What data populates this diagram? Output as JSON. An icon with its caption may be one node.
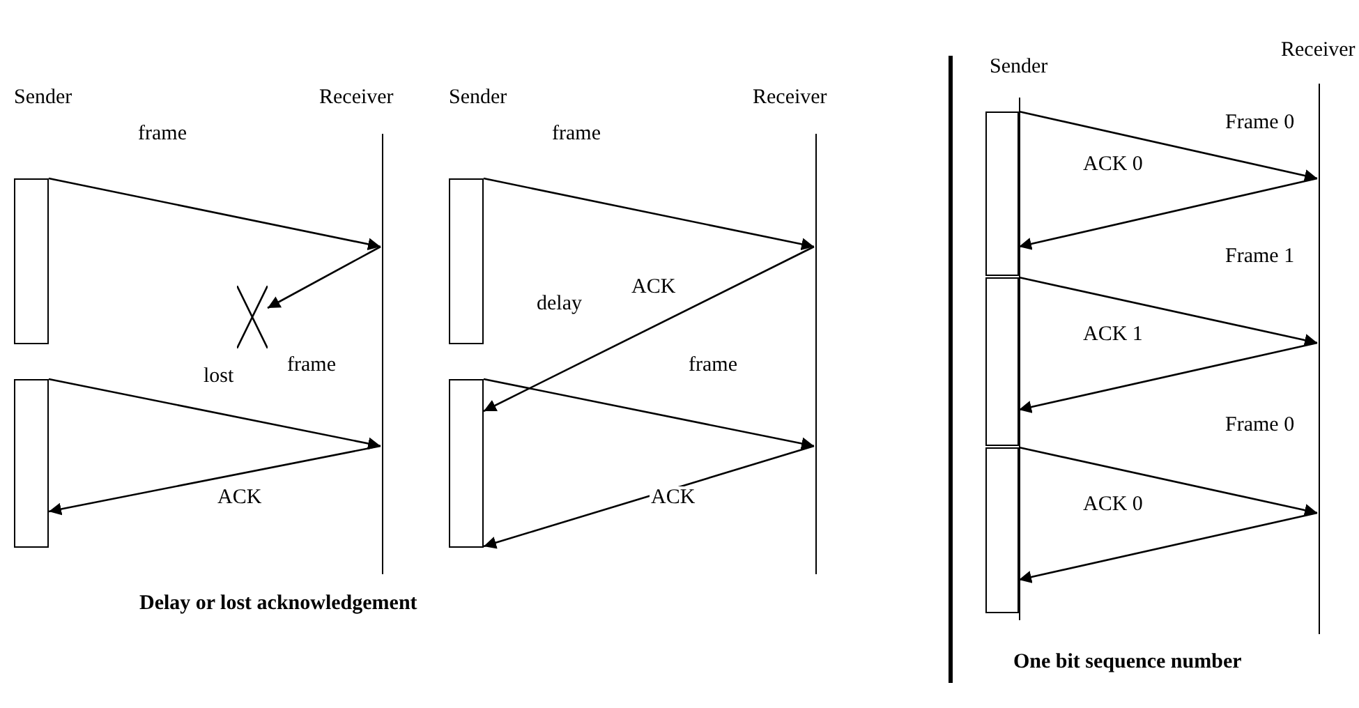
{
  "diagram": {
    "nodes": [
      {
        "text": [],
        "shape": "box"
      },
      {
        "text": [],
        "shape": "box"
      },
      {
        "text": [],
        "shape": "cross"
      },
      {
        "text": [],
        "shape": "line"
      },
      {
        "text": [],
        "shape": "box"
      },
      {
        "text": [],
        "shape": "box"
      },
      {
        "text": [],
        "shape": "line"
      },
      {
        "text": [],
        "shape": "line"
      },
      {
        "text": [],
        "shape": "box"
      },
      {
        "text": [],
        "shape": "box"
      },
      {
        "text": [],
        "shape": "box"
      },
      {
        "text": [],
        "shape": "line"
      }
    ],
    "edges": [
      {
        "from": 0,
        "to": 3,
        "arrow": "to",
        "label": "frame"
      },
      {
        "from": 3,
        "to": 2,
        "arrow": "to",
        "label": "lost"
      },
      {
        "from": 1,
        "to": 3,
        "arrow": "to",
        "label": "frame"
      },
      {
        "from": 3,
        "to": 1,
        "arrow": "to",
        "label": "ACK"
      },
      {
        "from": 4,
        "to": 6,
        "arrow": "to",
        "label": "frame"
      },
      {
        "from": 6,
        "to": 5,
        "arrow": "to",
        "label": "ACK"
      },
      {
        "from": 5,
        "to": 6,
        "arrow": "to",
        "label": "frame"
      },
      {
        "from": 6,
        "to": 5,
        "arrow": "to",
        "label": "ACK"
      },
      {
        "from": 8,
        "to": 11,
        "arrow": "to",
        "label": "Frame 0"
      },
      {
        "from": 11,
        "to": 8,
        "arrow": "to",
        "label": "ACK 0"
      },
      {
        "from": 9,
        "to": 11,
        "arrow": "to",
        "label": "Frame 1"
      },
      {
        "from": 11,
        "to": 9,
        "arrow": "to",
        "label": "ACK 1"
      },
      {
        "from": 10,
        "to": 11,
        "arrow": "to",
        "label": "Frame 0"
      },
      {
        "from": 11,
        "to": 10,
        "arrow": "to",
        "label": "ACK 0"
      }
    ],
    "labels": [
      "Sender",
      "Receiver",
      "Sender",
      "Receiver",
      "Sender",
      "Receiver",
      "delay",
      "Delay or lost acknowledgement",
      "One bit sequence number"
    ]
  }
}
